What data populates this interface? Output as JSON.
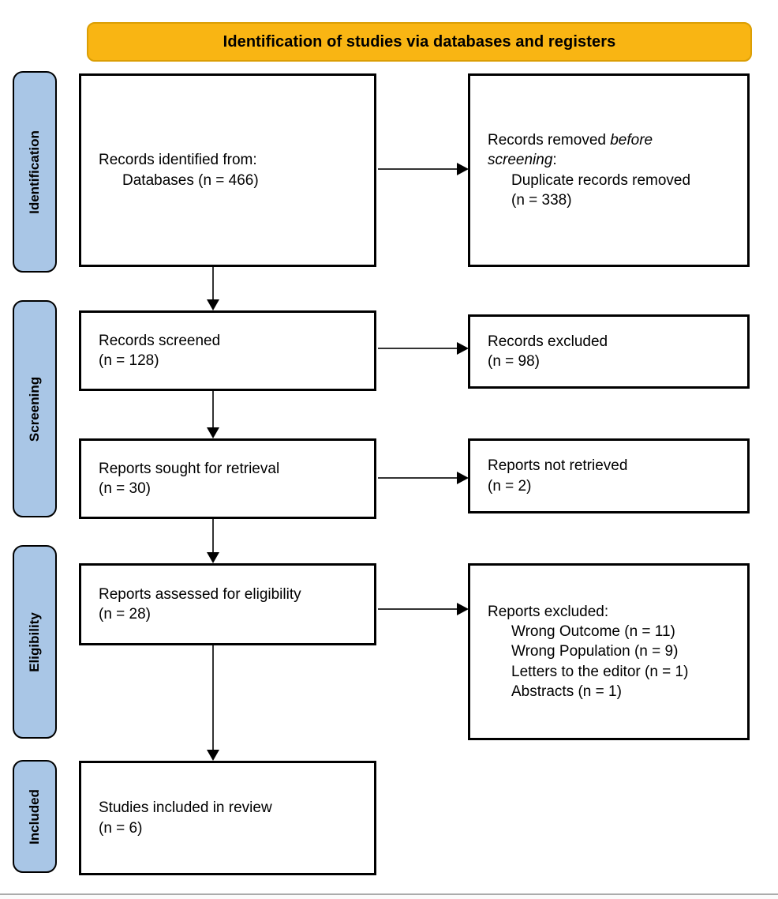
{
  "banner": {
    "title": "Identification of studies via databases and registers"
  },
  "colors": {
    "banner_fill": "#F9B513",
    "banner_border": "#DB9E04",
    "stage_fill": "#A9C6E6",
    "box_border": "#000000",
    "arrow": "#333333"
  },
  "stages": {
    "identification": "Identification",
    "screening": "Screening",
    "eligibility": "Eligibility",
    "included": "Included"
  },
  "boxes": {
    "records_identified": {
      "line1": "Records identified from:",
      "line2": "Databases (n = 466)"
    },
    "records_removed": {
      "l1_normal": "Records removed ",
      "l1_italic": "before",
      "l2_italic": "screening",
      "l2_normal": ":",
      "line3": "Duplicate records removed",
      "line4": "(n = 338)"
    },
    "records_screened": {
      "line1": "Records screened",
      "line2": "(n = 128)"
    },
    "records_excluded": {
      "line1": "Records excluded",
      "line2": "(n = 98)"
    },
    "reports_sought": {
      "line1": "Reports sought for retrieval",
      "line2": "(n = 30)"
    },
    "reports_not_retrieved": {
      "line1": "Reports not retrieved",
      "line2": "(n = 2)"
    },
    "reports_assessed": {
      "line1": "Reports assessed for eligibility",
      "line2": "(n = 28)"
    },
    "reports_excluded": {
      "title": "Reports excluded:",
      "reasons": [
        "Wrong Outcome (n = 11)",
        "Wrong Population (n = 9)",
        "Letters to the editor (n = 1)",
        "Abstracts (n = 1)"
      ]
    },
    "studies_included": {
      "line1": "Studies included in review",
      "line2": "(n = 6)"
    }
  }
}
